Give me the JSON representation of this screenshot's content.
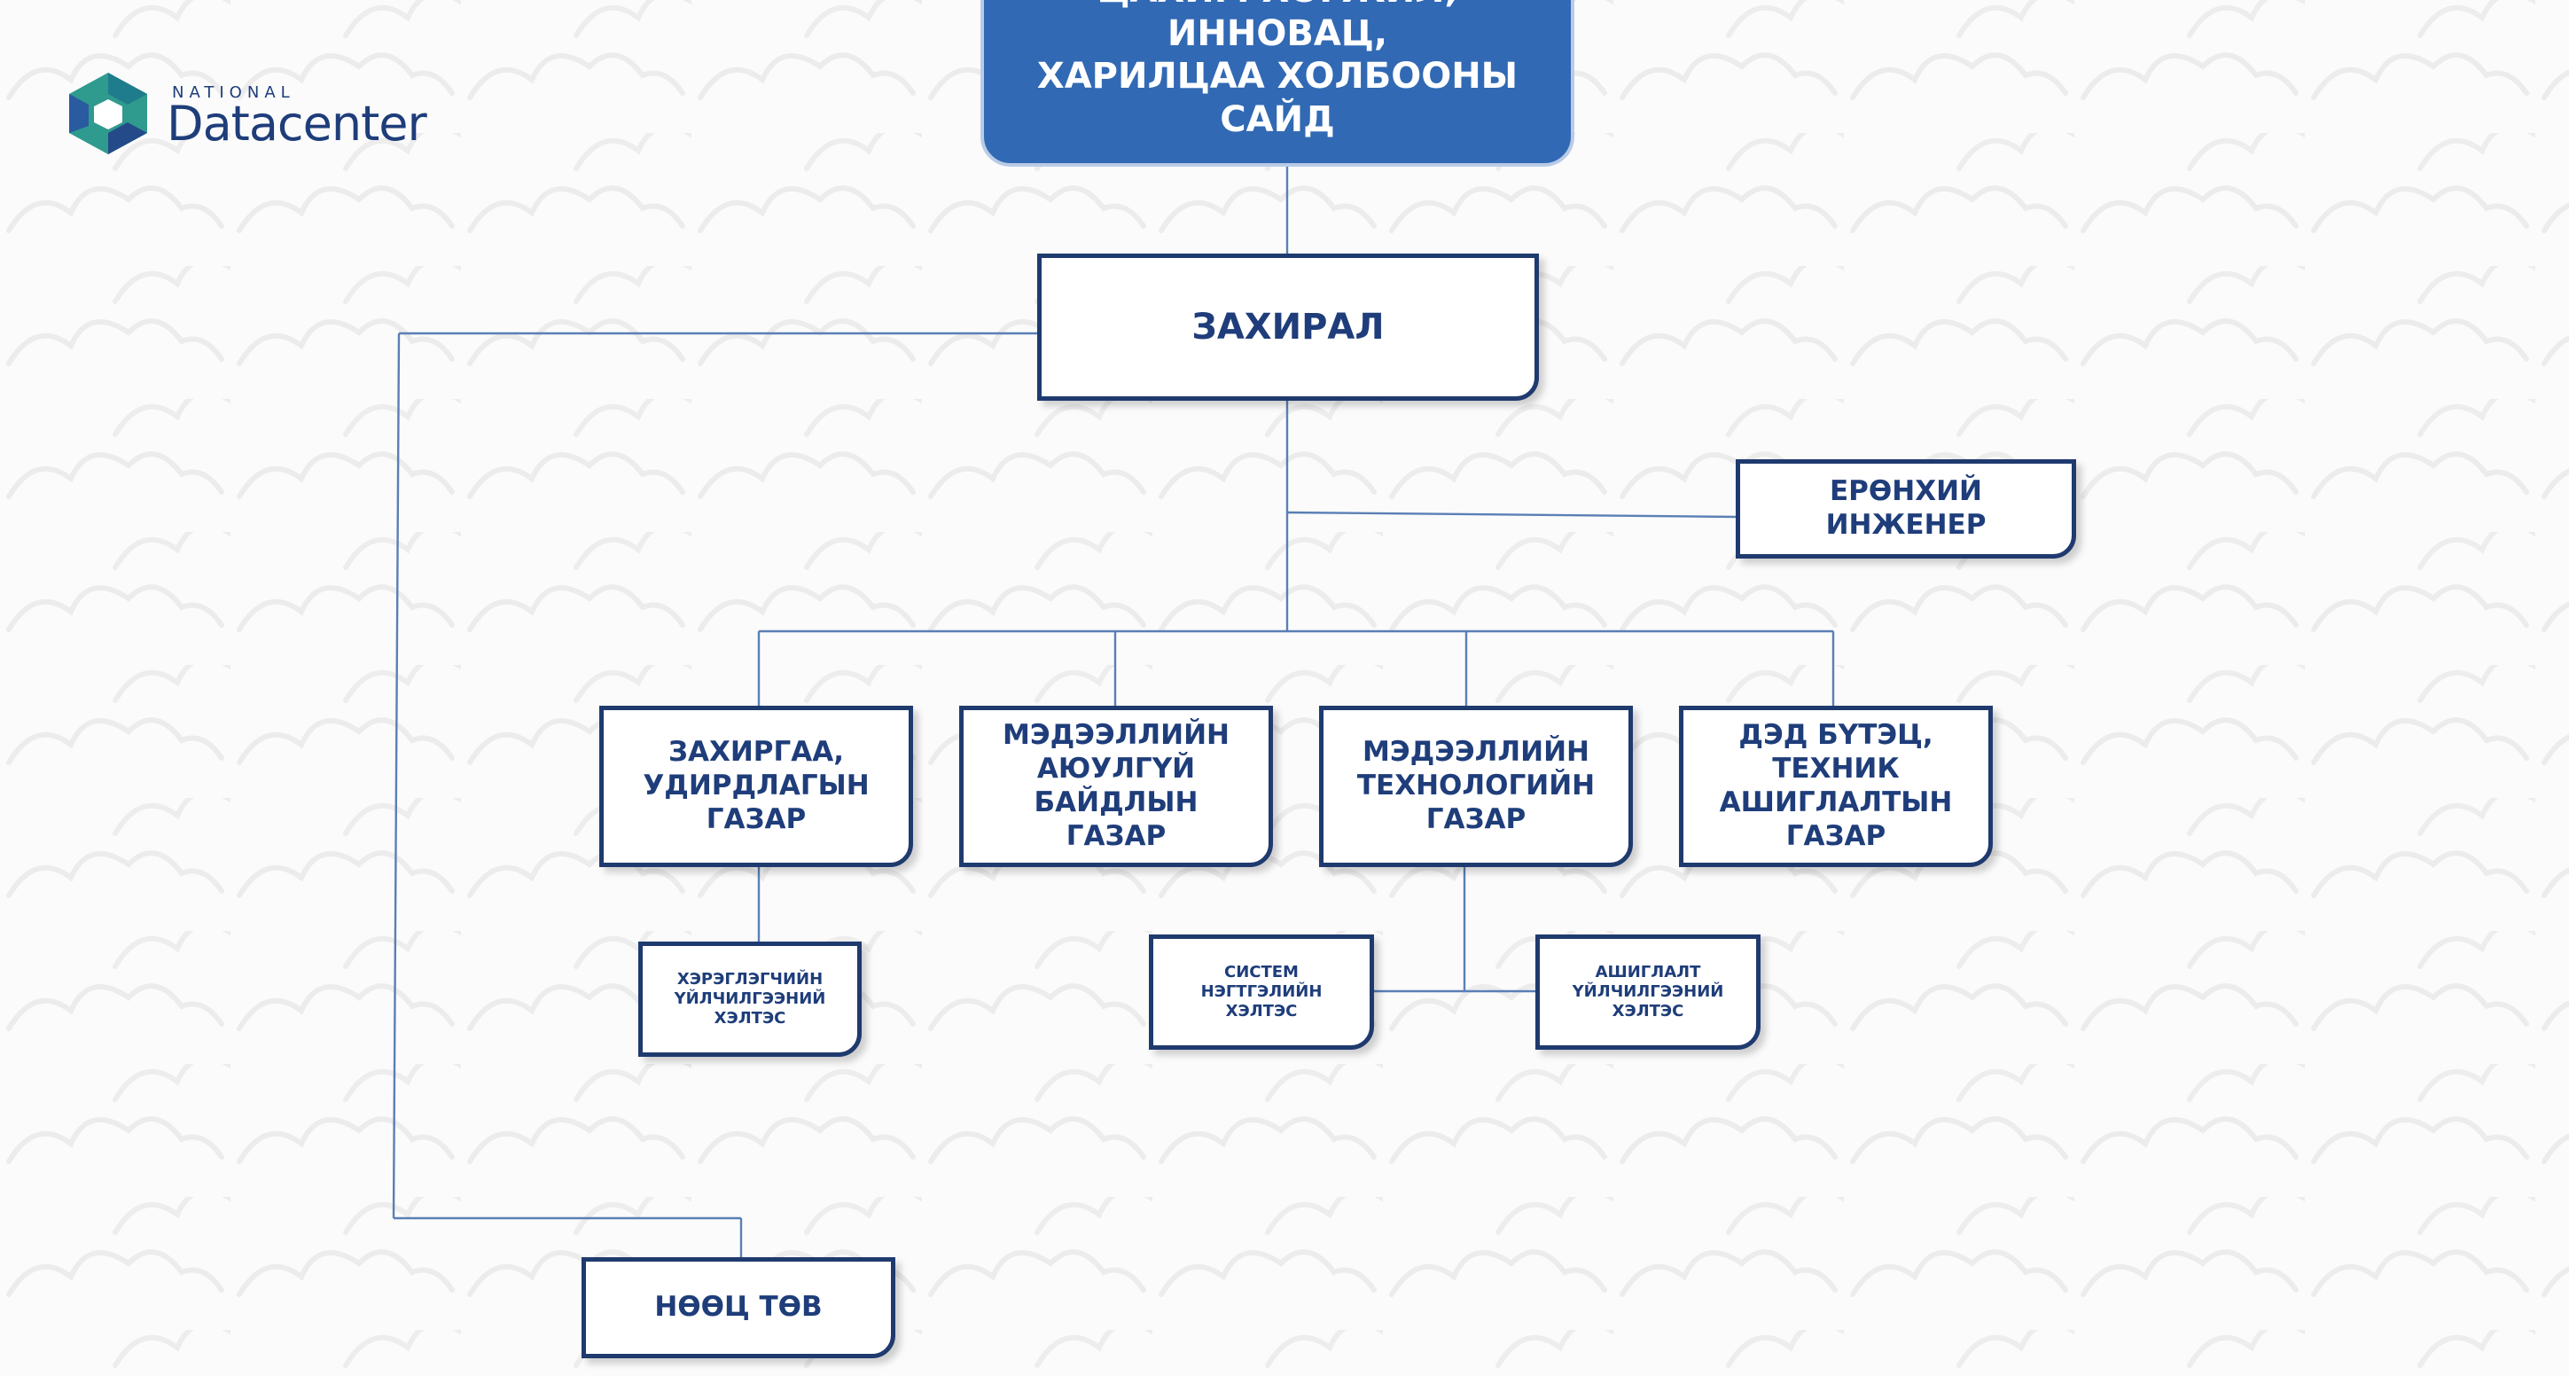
{
  "logo": {
    "national": "NATIONAL",
    "name": "Datacenter"
  },
  "minister": "ЦАХИМ ХӨГЖИЛ, ИННОВАЦ,\nХАРИЛЦАА ХОЛБООНЫ САЙД",
  "director": "ЗАХИРАЛ",
  "chief_engineer": "ЕРӨНХИЙ ИНЖЕНЕР",
  "departments": {
    "admin": "ЗАХИРГАА,\nУДИРДЛАГЫН\nГАЗАР",
    "security": "МЭДЭЭЛЛИЙН\nАЮУЛГҮЙ БАЙДЛЫН\nГАЗАР",
    "technology": "МЭДЭЭЛЛИЙН\nТЕХНОЛОГИЙН\nГАЗАР",
    "infrastructure": "ДЭД БҮТЭЦ, ТЕХНИК\nАШИГЛАЛТЫН\nГАЗАР"
  },
  "units": {
    "customer_service": "ХЭРЭГЛЭГЧИЙН\nҮЙЛЧИЛГЭЭНИЙ ХЭЛТЭС",
    "system_integration": "СИСТЕМ НЭГТГЭЛИЙН\nХЭЛТЭС",
    "operation_service": "АШИГЛАЛТ\nҮЙЛЧИЛГЭЭНИЙ\nХЭЛТЭС"
  },
  "backup_center": "НӨӨЦ ТӨВ",
  "colors": {
    "box_border": "#1f3a6e",
    "text": "#1e3d7a",
    "minister_fill": "#3169b4",
    "connector": "#5a7fb5"
  }
}
